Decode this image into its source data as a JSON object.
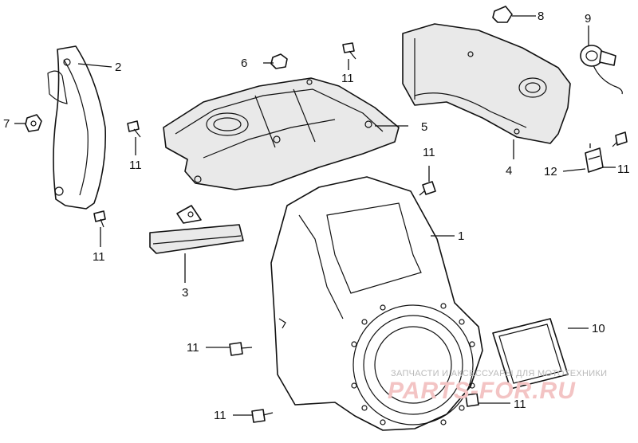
{
  "callouts": {
    "c1": "1",
    "c2": "2",
    "c3": "3",
    "c4": "4",
    "c5": "5",
    "c6": "6",
    "c7": "7",
    "c8": "8",
    "c9": "9",
    "c10": "10",
    "c11": "11",
    "c12": "12"
  },
  "watermark": {
    "caption": "ЗАПЧАСТИ И АКСЕССУАРЫ ДЛЯ МОТОТЕХНИКИ",
    "logo": "PARTS-FOR.RU"
  },
  "colors": {
    "line": "#111111",
    "watermark_logo": "#f3c4c4",
    "watermark_caption": "#b9b9b9"
  }
}
